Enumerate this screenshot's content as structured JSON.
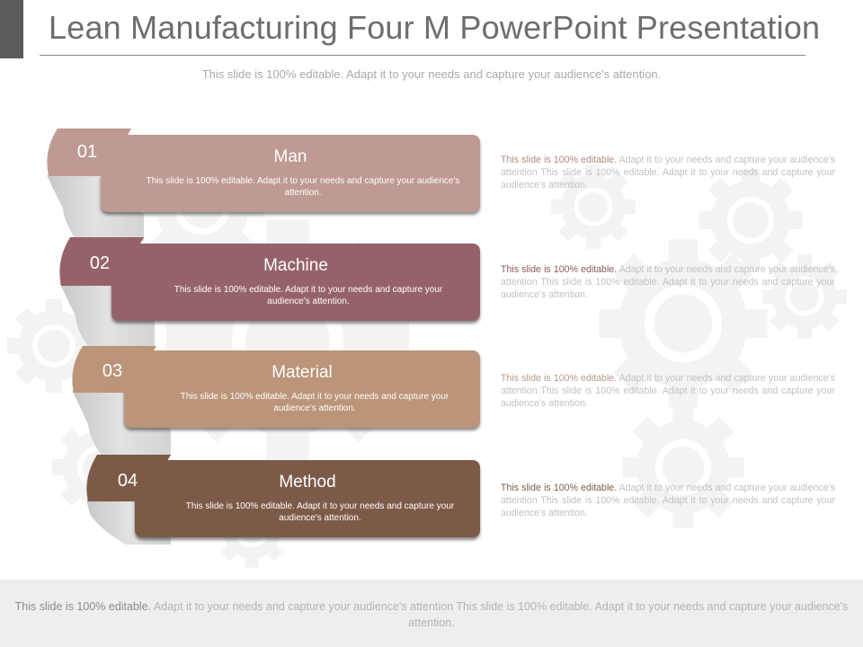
{
  "title": "Lean Manufacturing Four M PowerPoint Presentation",
  "subtitle": "This slide is 100% editable. Adapt it to your needs and capture your audience's attention.",
  "items": [
    {
      "number": "01",
      "title": "Man",
      "text": "This slide is 100% editable. Adapt it to your needs and capture your audience's attention.",
      "side_lead": "This slide is 100% editable.",
      "side_rest": " Adapt it to your needs and capture your audience's attention This slide is 100% editable. Adapt it to your needs and capture your audience's attention.",
      "color": "#bf9993"
    },
    {
      "number": "02",
      "title": "Machine",
      "text": "This slide is 100% editable. Adapt it to your needs and capture your audience's attention.",
      "side_lead": "This slide is 100% editable.",
      "side_rest": " Adapt it to your needs and capture your audience's attention This slide is 100% editable. Adapt it to your needs and capture your audience's attention.",
      "color": "#96626a"
    },
    {
      "number": "03",
      "title": "Material",
      "text": "This slide is 100% editable. Adapt it to your needs and capture your audience's attention.",
      "side_lead": "This slide is 100% editable.",
      "side_rest": " Adapt it to your needs and capture your audience's attention This slide is 100% editable. Adapt it to your needs and capture your audience's attention.",
      "color": "#bb9479"
    },
    {
      "number": "04",
      "title": "Method",
      "text": "This slide is 100% editable. Adapt it to your needs and capture your audience's attention.",
      "side_lead": "This slide is 100% editable.",
      "side_rest": " Adapt it to your needs and capture your audience's attention This slide is 100% editable. Adapt it to your needs and capture your audience's attention.",
      "color": "#7d5a48"
    }
  ],
  "footer": {
    "lead": "This slide is 100% editable.",
    "rest": " Adapt it to your needs and capture your audience's attention This slide is 100% editable. Adapt it to your needs and capture your audience's attention."
  },
  "colors": {
    "title_text": "#6d6d6d",
    "ribbon_fold": "#d9d9d9",
    "gear_watermark": "#f3f3f3",
    "footer_bg": "#eeeeee"
  }
}
